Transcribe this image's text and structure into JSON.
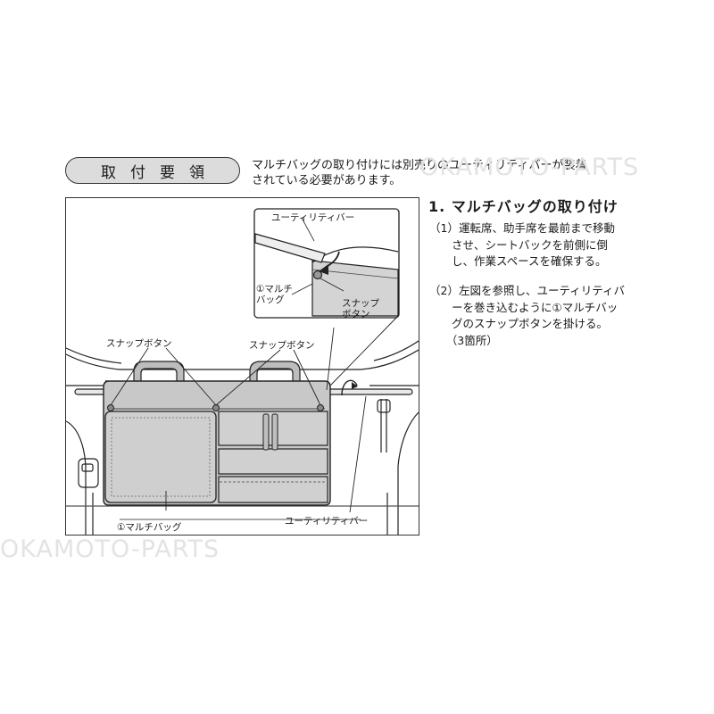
{
  "header": {
    "section_badge": "取付要領",
    "intro_text": "マルチバッグの取り付けには別売りのユーティリティバーが装着\nされている必要があります。"
  },
  "instructions": {
    "title": "1. マルチバッグの取り付け",
    "steps": [
      "（1）運転席、助手席を最前まで移動\n　　させ、シートバックを前側に倒\n　　し、作業スペースを確保する。",
      "（2）左図を参照し、ユーティリティバ\n　　ーを巻き込むように①マルチバッ\n　　グのスナップボタンを掛ける。\n　　（3箇所）"
    ]
  },
  "figure_labels": {
    "inset_utility_bar": "ユーティリティバー",
    "inset_multibag": "①マルチ\nバッグ",
    "inset_snap_button": "スナップ\nボタン",
    "snap_button_left": "スナップボタン",
    "snap_button_right": "スナップボタン",
    "multibag": "①マルチバッグ",
    "utility_bar": "ユーティリティバー"
  },
  "watermark": "OKAMOTO-PARTS",
  "colors": {
    "badge_fill": "#dcdcdc",
    "bag_fill": "#c8c8c8",
    "inset_fill": "#d4d4d4",
    "watermark": "#e3e3e3"
  }
}
